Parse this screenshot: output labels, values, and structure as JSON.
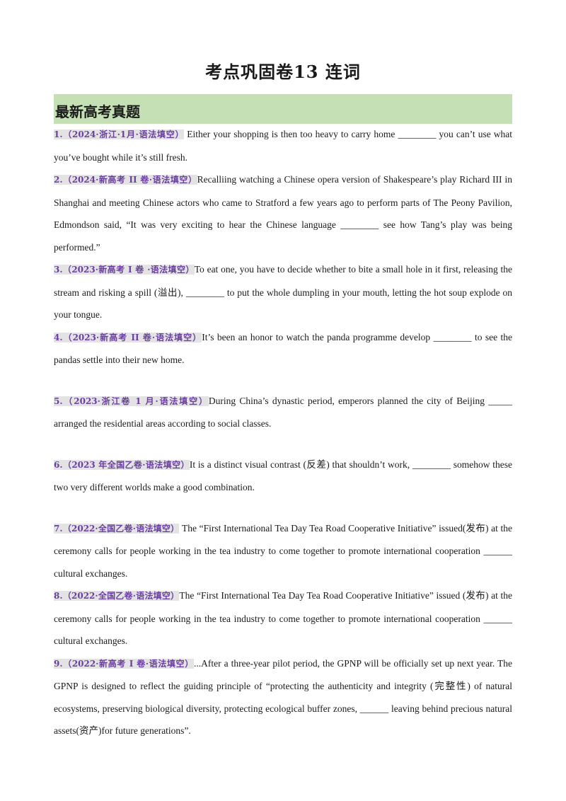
{
  "title": "考点巩固卷13  连词",
  "section": "最新高考真题",
  "questions": [
    {
      "source": "1.（2024·浙江·1月·语法填空）",
      "pre": "Either your shopping is then too heavy to carry home",
      "blank": "________",
      "post": "you can’t use what you’ve bought while it’s still fresh."
    },
    {
      "source": "2.（2024·新高考 II 卷·语法填空）",
      "pre": "Recalliing  watching a Chinese opera version of Shakespeare’s play Richard III in Shanghai and meeting Chinese actors who came to Stratford a few years ago to perform parts of The Peony Pavilion, Edmondson said, “It was very exciting to hear the Chinese language",
      "blank": "________",
      "post": "see how Tang’s play was being performed.”"
    },
    {
      "source": "3.（2023·新高考 I 卷 ·语法填空）",
      "pre": "To eat one, you have to decide whether  to  bite a small hole in it first, releasing the stream and risking a spill (溢出),",
      "blank": "________",
      "post": "to put the whole dumpling in your mouth, letting the hot soup explode on your tongue."
    },
    {
      "source": "4.（2023·新高考 II 卷·语法填空）",
      "pre": "It’s been an honor to watch the panda programme develop",
      "blank": "________",
      "post": "to see the pandas settle into their new home."
    },
    {
      "source": "5.（2023·浙江卷 1 月·语法填空）",
      "pre": "During China’s dynastic period, emperors planned the city of Beijing",
      "blank": "_____",
      "post": "arranged the residential areas according to social classes."
    },
    {
      "source": "6.（2023 年全国乙卷·语法填空）",
      "pre": "It is a distinct visual contrast (反差) that shouldn’t work,",
      "blank": "________",
      "post": "somehow these two very different worlds make a good combination."
    },
    {
      "source": "7.（2022·全国乙卷·语法填空）",
      "pre": "The “First International Tea Day Tea Road Cooperative Initiative” issued(发布) at the ceremony calls for people working in the tea industry to come together to promote international cooperation",
      "blank": "______",
      "post": "cultural exchanges."
    },
    {
      "source": "8.（2022·全国乙卷·语法填空）",
      "pre": "The “First International Tea Day Tea Road Cooperative Initiative” issued (发布) at the ceremony calls for people working in the tea industry to come together to promote international cooperation",
      "blank": "______",
      "post": "cultural exchanges."
    },
    {
      "source": "9.（2022·新高考 I 卷·语法填空）",
      "pre": "...After a three-year pilot period, the GPNP will be officially set up next year. The GPNP is designed to reflect the guiding principle of “protecting the authenticity and integrity (完整性) of natural ecosystems, preserving biological diversity, protecting ecological buffer zones,",
      "blank": "______",
      "post": "leaving behind precious natural assets(资产)for future generations”."
    }
  ]
}
